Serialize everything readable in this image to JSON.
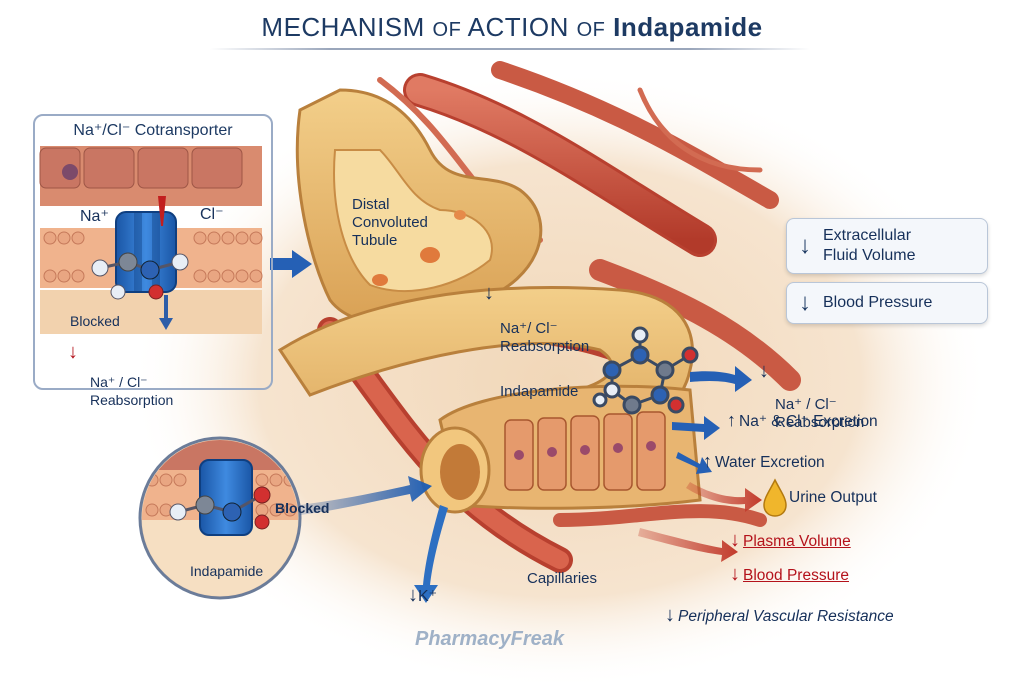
{
  "title": {
    "word1": "MECHANISM",
    "word2": "OF",
    "word3": "ACTION",
    "word4": "OF",
    "drug": "Indapamide"
  },
  "inset_top": {
    "title": "Na⁺/Cl⁻ Cotransporter",
    "na_label": "Na⁺",
    "cl_label": "Cl⁻",
    "blocked_label": "Blocked",
    "arrow": "↓",
    "reabsorption_label": "Na⁺ / Cl⁻\nReabsorption"
  },
  "inset_circle": {
    "blocked_label": "Blocked",
    "drug_label": "Indapamide"
  },
  "diagram": {
    "tubule_label": "Distal\nConvoluted\nTubule",
    "reabsorption_label": "Na⁺/ Cl⁻\nReabsorption",
    "drug_label": "Indapamide",
    "capillaries_label": "Capillaries",
    "potassium_label": "K⁺"
  },
  "effects": {
    "card1": "Extracellular\nFluid Volume",
    "card2": "Blood Pressure",
    "na_cl_reabsorption": "Na⁺ / Cl⁻\nReabsorption",
    "na_cl_excretion": "Na⁺ & Cl⁻ Excretion",
    "water_excretion": "Water Excretion",
    "urine_output": "Urine Output",
    "plasma_volume": "Plasma Volume",
    "blood_pressure": "Blood Pressure",
    "pvr": "Peripheral Vascular Resistance"
  },
  "arrow_down": "↓",
  "arrow_up": "↑",
  "watermark": "PharmacyFreak",
  "colors": {
    "navy": "#1d3a63",
    "red": "#b4121b",
    "tubule": "#e9b96a",
    "vessel": "#c9503e",
    "transporter": "#1f66c2"
  }
}
